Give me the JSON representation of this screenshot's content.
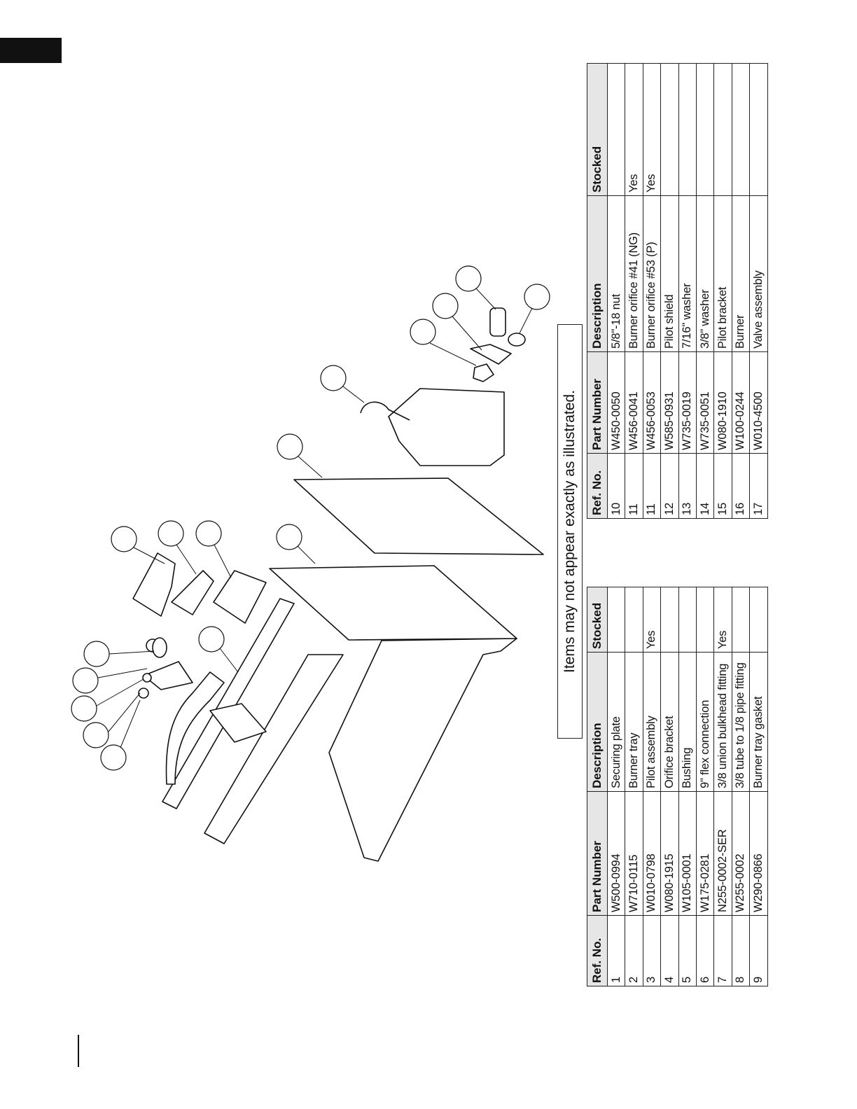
{
  "note": "Items may not appear exactly as illustrated.",
  "table_headers": {
    "ref": "Ref. No.",
    "part_number": "Part Number",
    "description": "Description",
    "stocked": "Stocked"
  },
  "parts_left": [
    {
      "ref": "1",
      "part_number": "W500-0994",
      "description": "Securing plate",
      "stocked": ""
    },
    {
      "ref": "2",
      "part_number": "W710-0115",
      "description": "Burner tray",
      "stocked": ""
    },
    {
      "ref": "3",
      "part_number": "W010-0798",
      "description": "Pilot assembly",
      "stocked": "Yes"
    },
    {
      "ref": "4",
      "part_number": "W080-1915",
      "description": "Orifice bracket",
      "stocked": ""
    },
    {
      "ref": "5",
      "part_number": "W105-0001",
      "description": "Bushing",
      "stocked": ""
    },
    {
      "ref": "6",
      "part_number": "W175-0281",
      "description": "9\" flex connection",
      "stocked": ""
    },
    {
      "ref": "7",
      "part_number": "N255-0002-SER",
      "description": "3/8 union bulkhead fitting",
      "stocked": "Yes"
    },
    {
      "ref": "8",
      "part_number": "W255-0002",
      "description": "3/8 tube to 1/8 pipe fitting",
      "stocked": ""
    },
    {
      "ref": "9",
      "part_number": "W290-0866",
      "description": "Burner tray gasket",
      "stocked": ""
    }
  ],
  "parts_right": [
    {
      "ref": "10",
      "part_number": "W450-0050",
      "description": "5/8\"-18 nut",
      "stocked": ""
    },
    {
      "ref": "11",
      "part_number": "W456-0041",
      "description": "Burner orifice #41 (NG)",
      "stocked": "Yes"
    },
    {
      "ref": "11",
      "part_number": "W456-0053",
      "description": "Burner orifice #53 (P)",
      "stocked": "Yes"
    },
    {
      "ref": "12",
      "part_number": "W585-0931",
      "description": "Pilot shield",
      "stocked": ""
    },
    {
      "ref": "13",
      "part_number": "W735-0019",
      "description": "7/16\" washer",
      "stocked": ""
    },
    {
      "ref": "14",
      "part_number": "W735-0051",
      "description": "3/8\" washer",
      "stocked": ""
    },
    {
      "ref": "15",
      "part_number": "W080-1910",
      "description": "Pilot bracket",
      "stocked": ""
    },
    {
      "ref": "16",
      "part_number": "W100-0244",
      "description": "Burner",
      "stocked": ""
    },
    {
      "ref": "17",
      "part_number": "W010-4500",
      "description": "Valve assembly",
      "stocked": ""
    }
  ]
}
